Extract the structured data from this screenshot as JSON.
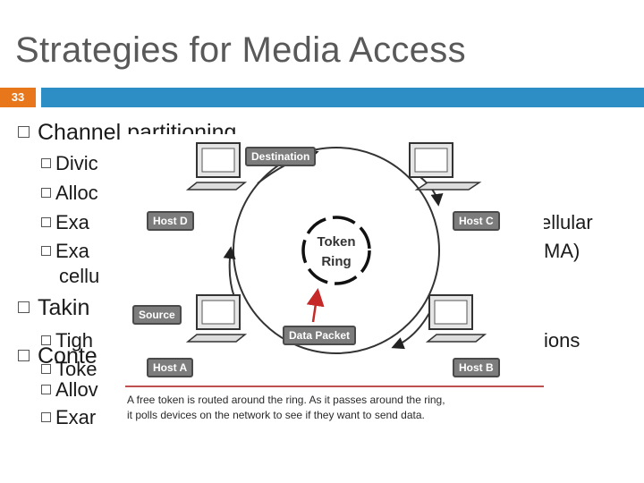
{
  "slide": {
    "title": "Strategies for Media Access",
    "number": "33"
  },
  "bullets": {
    "channel_partitioning": "Channel partitioning",
    "divide": "Divic",
    "allocate": "Alloc",
    "example1": "Exa",
    "example1_tail": "ellular",
    "example2": "Exa",
    "example2_tail": "MA)",
    "example2_cont": "cellu",
    "taking": "Takin",
    "tight": "Tigh",
    "tight_tail": "ions",
    "contention": "Conte",
    "token": "Toke",
    "allow": "Allov",
    "example3": "Exar"
  },
  "figure": {
    "destination": "Destination",
    "source": "Source",
    "host_d": "Host D",
    "host_c": "Host C",
    "host_a": "Host A",
    "host_b": "Host B",
    "ring_line1": "Token",
    "ring_line2": "Ring",
    "data_packet": "Data Packet",
    "caption_line1": "A free token is routed around the ring. As it passes around the ring,",
    "caption_line2": "it polls devices on the network to see if they want to send data."
  },
  "colors": {
    "slide_number_bg": "#e8761a",
    "title_rule": "#2d8ec6",
    "caption_rule": "#c0504d"
  }
}
